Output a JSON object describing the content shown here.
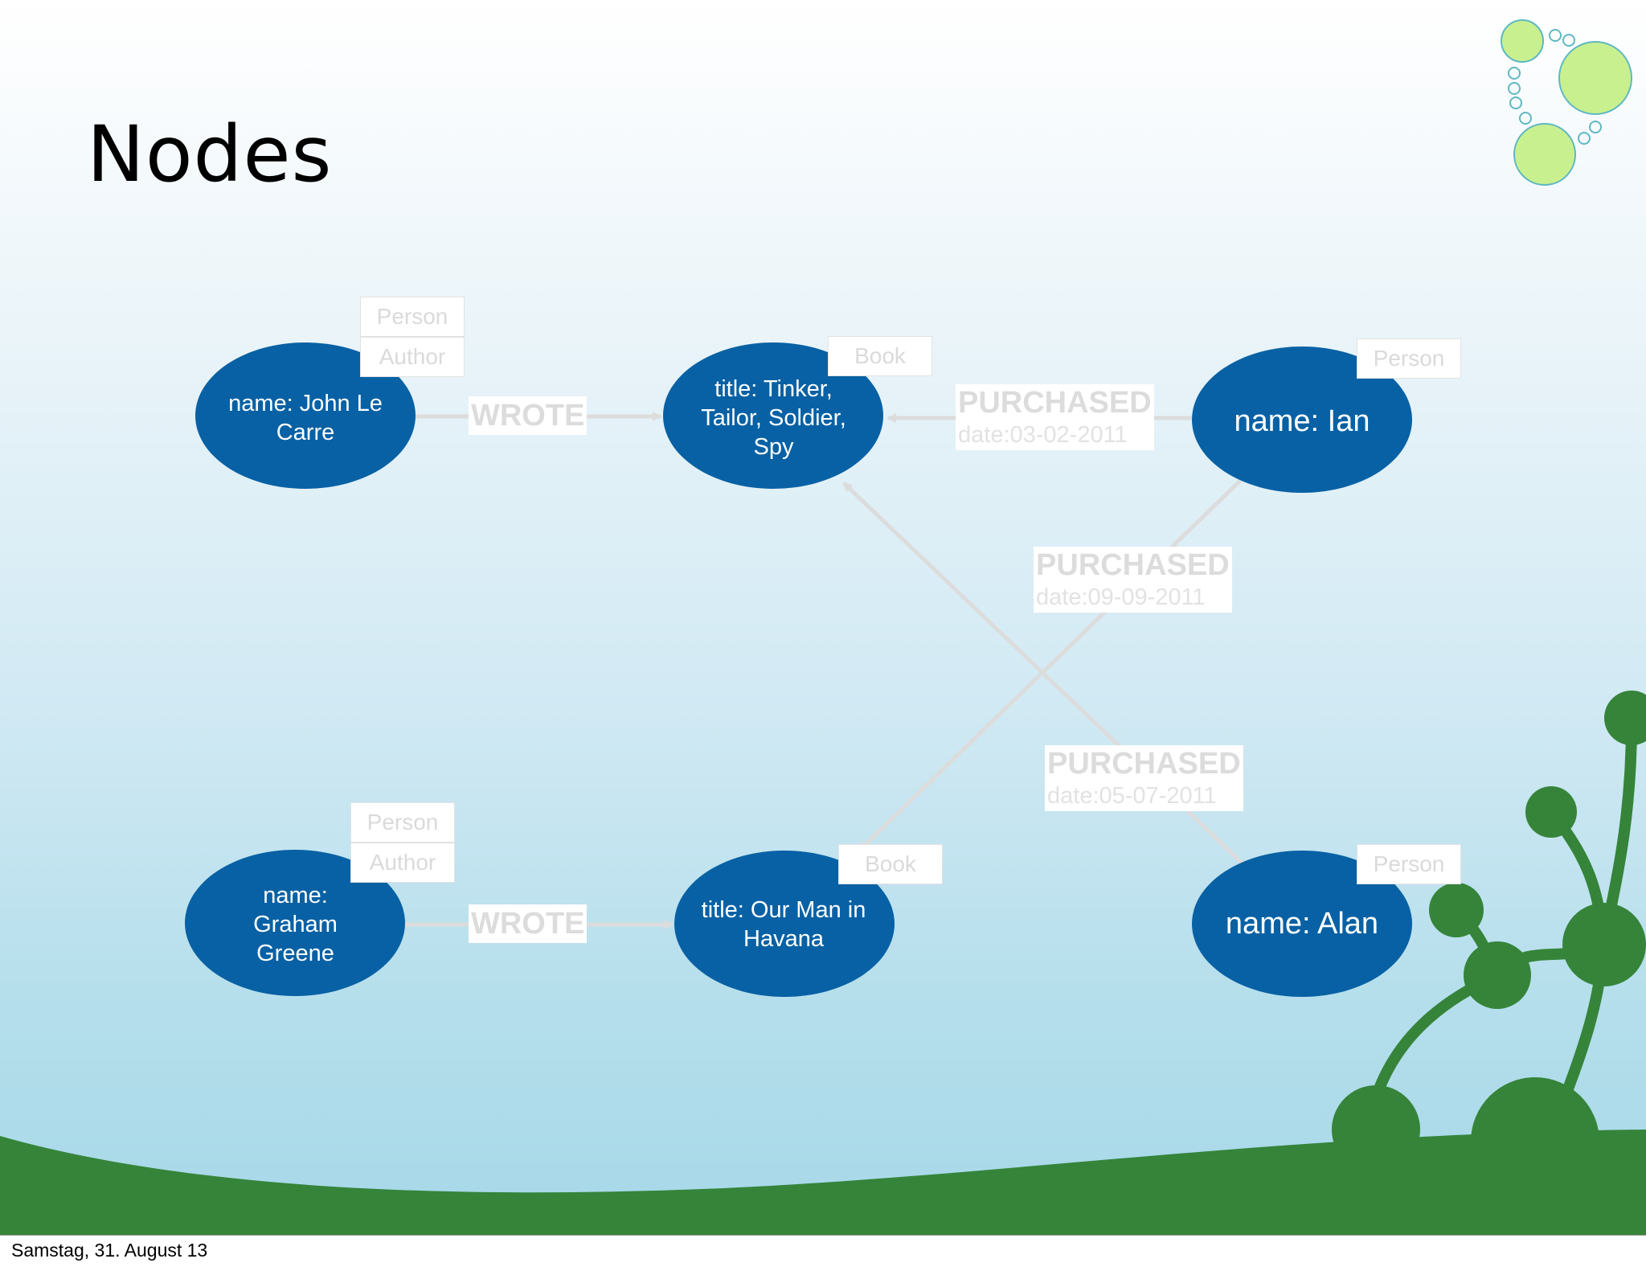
{
  "slide": {
    "title": "Nodes",
    "footer": "Samstag, 31. August 13"
  },
  "nodes": [
    {
      "id": "john",
      "text": "name: John Le Carre",
      "labels": [
        "Person",
        "Author"
      ]
    },
    {
      "id": "tinker",
      "text": "title: Tinker, Tailor, Soldier, Spy",
      "labels": [
        "Book"
      ]
    },
    {
      "id": "ian",
      "text": "name: Ian",
      "labels": [
        "Person"
      ]
    },
    {
      "id": "graham",
      "text": "name: Graham Greene",
      "labels": [
        "Person",
        "Author"
      ]
    },
    {
      "id": "havana",
      "text": "title: Our Man in Havana",
      "labels": [
        "Book"
      ]
    },
    {
      "id": "alan",
      "text": "name: Alan",
      "labels": [
        "Person"
      ]
    }
  ],
  "relationships": [
    {
      "from": "john",
      "to": "tinker",
      "type": "WROTE",
      "property": ""
    },
    {
      "from": "ian",
      "to": "tinker",
      "type": "PURCHASED",
      "property": "date:03-02-2011"
    },
    {
      "from": "ian",
      "to": "havana",
      "type": "PURCHASED",
      "property": "date:09-09-2011"
    },
    {
      "from": "alan",
      "to": "tinker",
      "type": "PURCHASED",
      "property": "date:05-07-2011"
    },
    {
      "from": "graham",
      "to": "havana",
      "type": "WROTE",
      "property": ""
    }
  ],
  "colors": {
    "node_fill": "#0861a4",
    "node_text": "#ffffff",
    "edge": "#dcdcdc",
    "label_text": "#dadada",
    "hill_green": "#35843a",
    "bubble_fill": "#c9f08f",
    "bubble_stroke": "#5fb8c2"
  }
}
